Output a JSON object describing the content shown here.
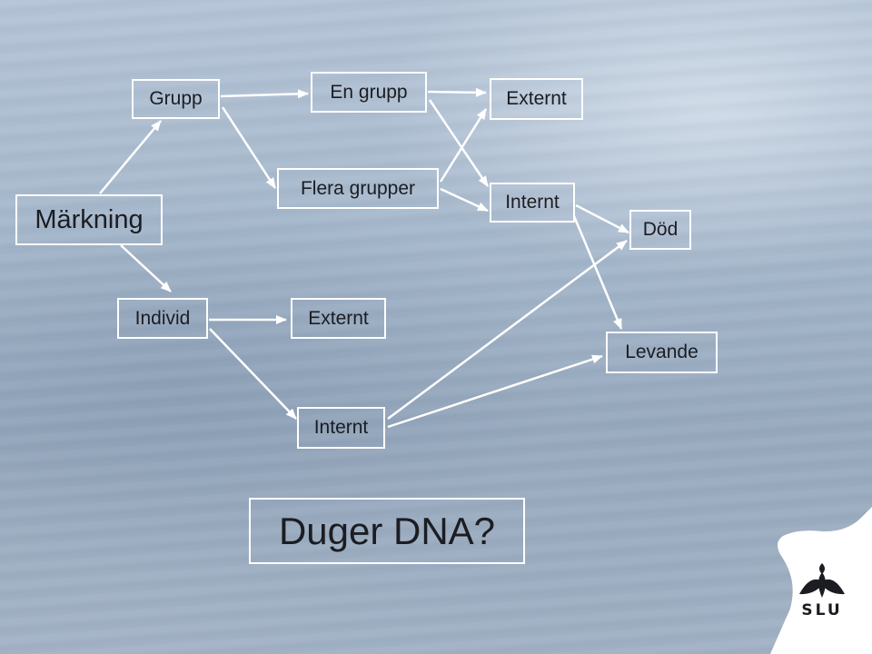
{
  "diagram": {
    "nodes": {
      "grupp": "Grupp",
      "en_grupp": "En grupp",
      "externt_top": "Externt",
      "markning": "Märkning",
      "flera_grupper": "Flera grupper",
      "internt_mid": "Internt",
      "dod": "Död",
      "individ": "Individ",
      "externt_ind": "Externt",
      "levande": "Levande",
      "internt_bottom": "Internt"
    },
    "question": "Duger DNA?"
  },
  "logo": {
    "text": "SLU"
  }
}
